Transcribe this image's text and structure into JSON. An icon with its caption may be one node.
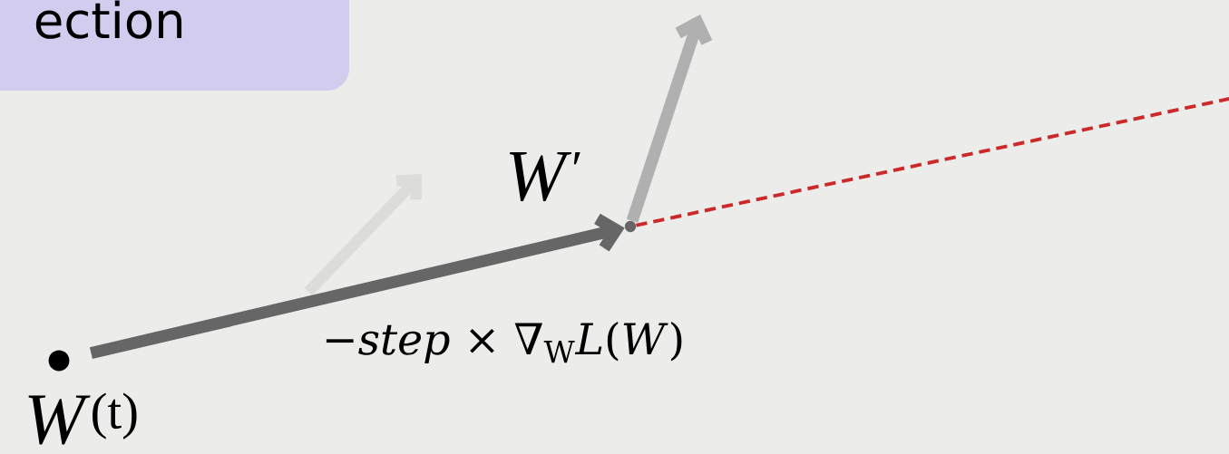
{
  "diagram": {
    "nodes": [
      {
        "text": [
          "ection"
        ]
      },
      {
        "text": [],
        "shape": "circle",
        "beside": [
          "*W*$^{(t)}$"
        ]
      },
      {
        "text": [],
        "shape": "point",
        "beside": [
          "*W*$^{′}$"
        ]
      }
    ],
    "edges": [
      {
        "from": 1,
        "to": 2,
        "arrow": "to",
        "label": "−*step* × ∇$_{W}$*L*(*W*)"
      },
      {
        "from": 2,
        "to": null,
        "arrow": "to",
        "color": "#b0b0b0"
      },
      {
        "from": 2,
        "to": null,
        "arrow": "none",
        "style": "dashed",
        "color": "#cc2a2a"
      }
    ]
  }
}
